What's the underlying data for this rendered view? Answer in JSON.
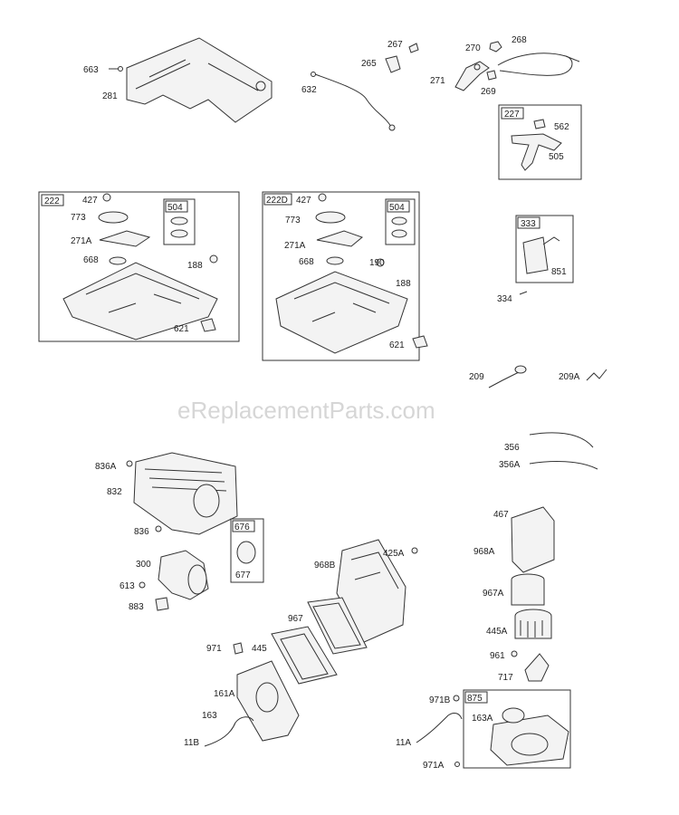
{
  "watermark": "eReplacementParts.com",
  "labels": {
    "l663": "663",
    "l281": "281",
    "l632": "632",
    "l267": "267",
    "l265": "265",
    "l270": "270",
    "l268": "268",
    "l271": "271",
    "l269": "269",
    "l227": "227",
    "l562": "562",
    "l505": "505",
    "l222": "222",
    "l427a": "427",
    "l773a": "773",
    "l504a": "504",
    "l271Aa": "271A",
    "l668a": "668",
    "l188a": "188",
    "l621a": "621",
    "l222D": "222D",
    "l427b": "427",
    "l773b": "773",
    "l504b": "504",
    "l271Ab": "271A",
    "l668b": "668",
    "l190": "190",
    "l188b": "188",
    "l621b": "621",
    "l333": "333",
    "l851": "851",
    "l334": "334",
    "l209": "209",
    "l209A": "209A",
    "l356": "356",
    "l356A": "356A",
    "l836A": "836A",
    "l832": "832",
    "l836": "836",
    "l676": "676",
    "l677": "677",
    "l300": "300",
    "l613": "613",
    "l883": "883",
    "l968B": "968B",
    "l425A": "425A",
    "l967": "967",
    "l971": "971",
    "l445": "445",
    "l161A": "161A",
    "l163": "163",
    "l11B": "11B",
    "l467": "467",
    "l968A": "968A",
    "l967A": "967A",
    "l445A": "445A",
    "l961": "961",
    "l717": "717",
    "l971B": "971B",
    "l875": "875",
    "l163A": "163A",
    "l11A": "11A",
    "l971A": "971A"
  }
}
